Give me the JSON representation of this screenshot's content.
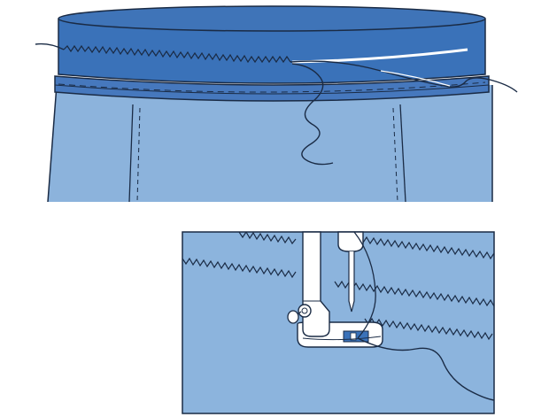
{
  "colors": {
    "waistband_top": "#3f74b8",
    "waistband_body": "#3a72b9",
    "waistband_lower": "#4678bd",
    "fabric": "#8cb3dc",
    "fabric_light": "#94b9df",
    "inset_bg": "#8cb4dd",
    "outline": "#1a2b45",
    "thread": "#1a2b45",
    "metal": "#ffffff"
  },
  "figure": {
    "parts": [
      "waistband",
      "elastic-overlay",
      "zigzag-stitch",
      "thread",
      "pocket-seams",
      "sewing-machine-foot",
      "needle"
    ]
  }
}
